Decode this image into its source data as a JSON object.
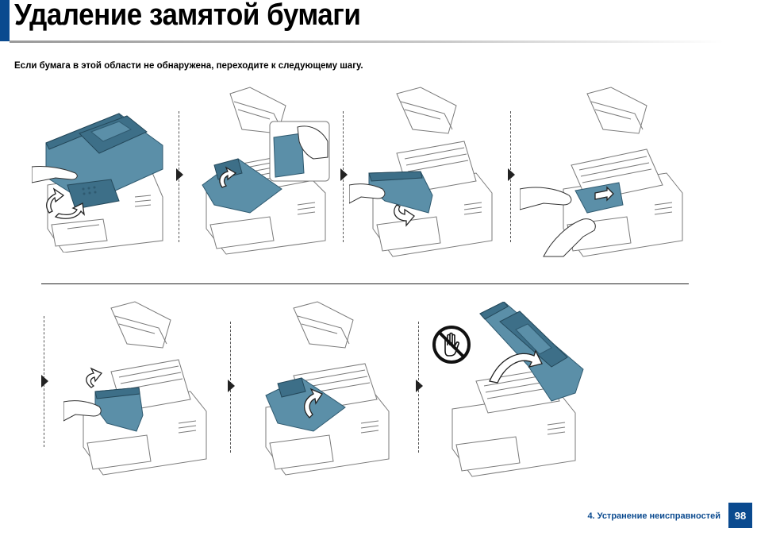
{
  "header": {
    "title": "Удаление замятой бумаги",
    "accent_color": "#0a4a8f"
  },
  "instruction": "Если бумага в этой области не обнаружена, переходите к следующему шагу.",
  "steps": [
    {
      "id": 1,
      "illustration": "open-scanner-unit"
    },
    {
      "id": 2,
      "illustration": "open-inner-cover"
    },
    {
      "id": 3,
      "illustration": "remove-toner-cartridge"
    },
    {
      "id": 4,
      "illustration": "pull-jammed-paper"
    },
    {
      "id": 5,
      "illustration": "reinsert-toner-cartridge"
    },
    {
      "id": 6,
      "illustration": "close-inner-cover"
    },
    {
      "id": 7,
      "illustration": "close-scanner-unit"
    }
  ],
  "footer": {
    "section": "4.  Устранение неисправностей",
    "page_number": "98"
  }
}
